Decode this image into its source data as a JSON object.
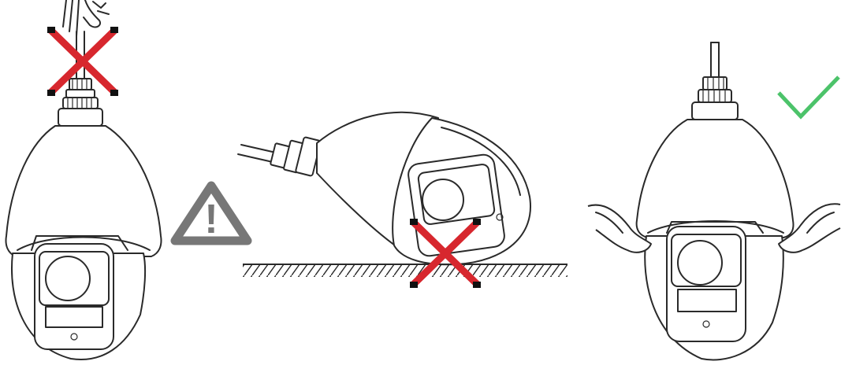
{
  "figure": {
    "panels": [
      {
        "id": "hold-by-cable",
        "verdict": "incorrect",
        "mark": "red-x-icon"
      },
      {
        "id": "place-on-surface",
        "verdict": "incorrect",
        "mark": "red-x-icon"
      },
      {
        "id": "hold-by-body",
        "verdict": "correct",
        "mark": "green-check-icon"
      }
    ],
    "warning_symbol": "!",
    "colors": {
      "cross": "#d7272e",
      "check": "#4cc36a",
      "warning": "#777777",
      "outline": "#2a2a2a"
    }
  }
}
